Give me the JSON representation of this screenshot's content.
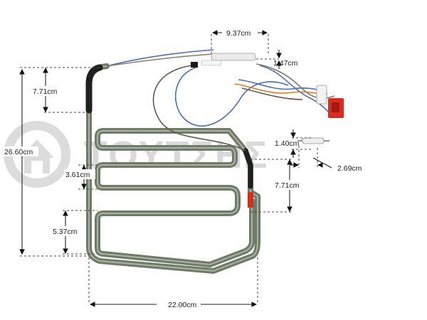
{
  "watermark": {
    "brand_text": "ΤΟΥΤΣΗΣ",
    "color": "#d9d9d9"
  },
  "product": {
    "element_color": "#5d6b57",
    "sleeve_color": "#1c1f1c",
    "red_clip_color": "#d72c1f"
  },
  "dimensions": {
    "overall_height": "26.60cm",
    "top_segment": "7.71cm",
    "upper_loop": "3.61cm",
    "lower_loop": "5.37cm",
    "width": "22.00cm",
    "sensor_length": "9.37cm",
    "sensor_diameter": "1.47cm",
    "connector_height": "1.40cm",
    "connector_width": "2.69cm",
    "right_segment": "7.71cm"
  }
}
